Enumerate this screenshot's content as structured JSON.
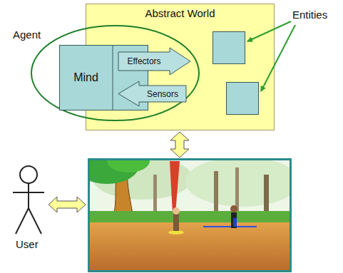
{
  "diagram": {
    "nodes": [
      {
        "text": [
          "Abstract World"
        ]
      },
      {
        "text": [
          "Agent"
        ]
      },
      {
        "text": [
          "Mind"
        ],
        "in": 1
      },
      {
        "text": [
          "Effectors"
        ],
        "in": 1
      },
      {
        "text": [
          "Sensors"
        ],
        "in": 1
      }
    ],
    "labels": [
      "Entities",
      "User"
    ]
  }
}
